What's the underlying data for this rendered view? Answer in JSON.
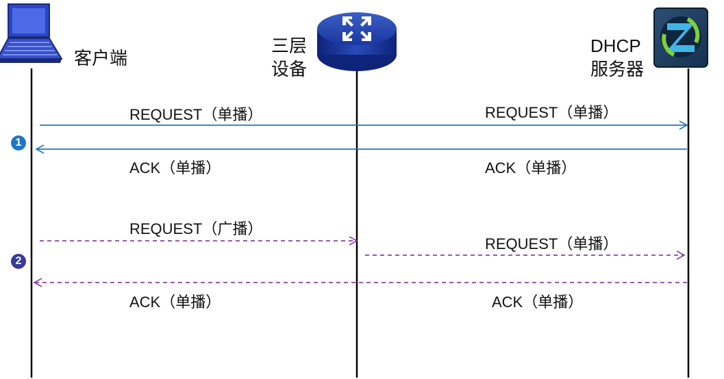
{
  "nodes": {
    "client": {
      "label": "客户端"
    },
    "l3_device": {
      "label_line1": "三层",
      "label_line2": "设备"
    },
    "dhcp_server": {
      "label_line1": "DHCP",
      "label_line2": "服务器"
    }
  },
  "steps": [
    {
      "number": "1",
      "color": "#1f77c4"
    },
    {
      "number": "2",
      "color": "#3a3a9a"
    }
  ],
  "messages": {
    "s1_req_left": "REQUEST（单播）",
    "s1_req_right": "REQUEST（单播）",
    "s1_ack_left": "ACK（单播）",
    "s1_ack_right": "ACK（单播）",
    "s2_req_left": "REQUEST（广播）",
    "s2_req_right": "REQUEST（单播）",
    "s2_ack_left": "ACK（单播）",
    "s2_ack_right": "ACK（单播）"
  },
  "colors": {
    "step1_arrow": "#1f77c4",
    "step2_arrow": "#8a3fa8",
    "lifeline": "#000000"
  }
}
